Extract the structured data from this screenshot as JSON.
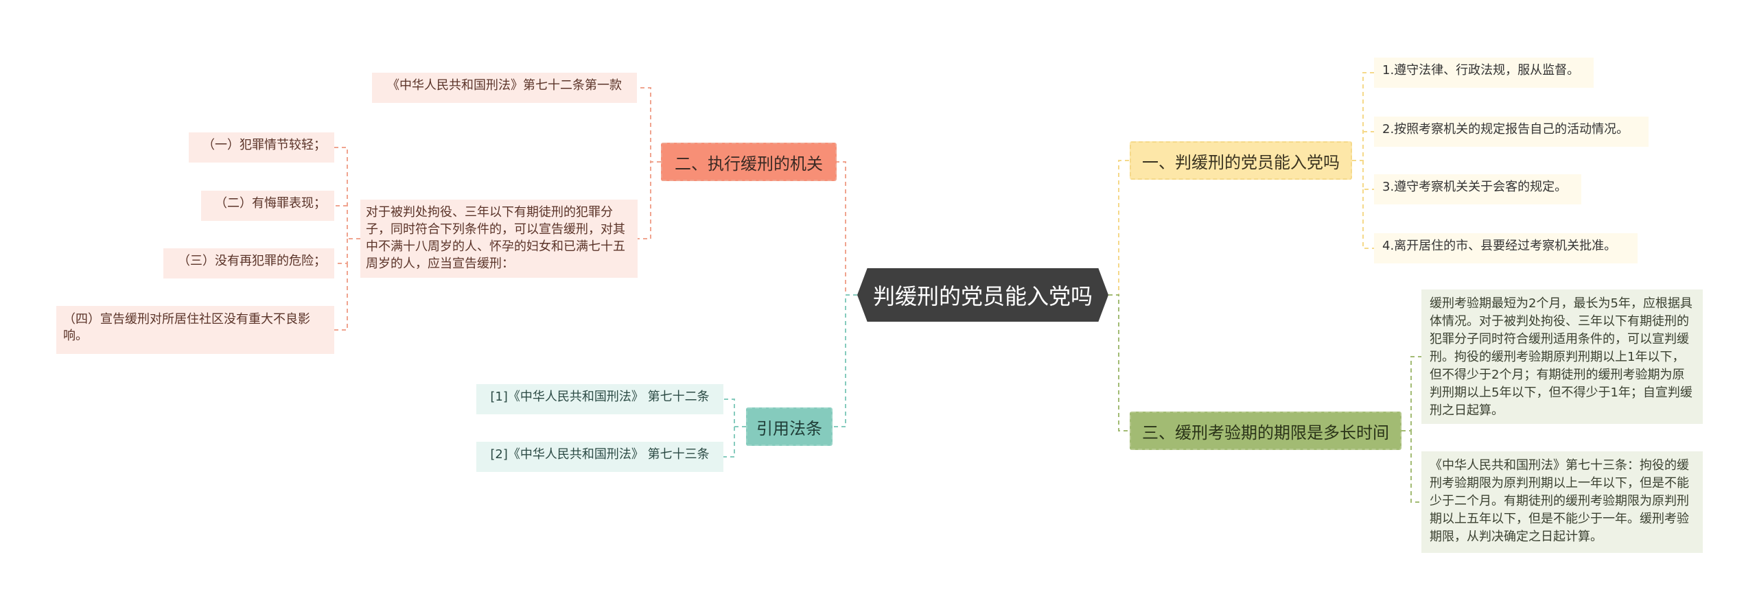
{
  "root": {
    "label": "判缓刑的党员能入党吗"
  },
  "branches": {
    "executing_agency": {
      "label": "二、执行缓刑的机关",
      "law_ref": "《中华人民共和国刑法》第七十二条第一款",
      "condition_text": "对于被判处拘役、三年以下有期徒刑的犯罪分子，同时符合下列条件的，可以宣告缓刑，对其中不满十八周岁的人、怀孕的妇女和已满七十五周岁的人，应当宣告缓刑：",
      "conditions": [
        "（一）犯罪情节较轻；",
        "（二）有悔罪表现；",
        "（三）没有再犯罪的危险；",
        "（四）宣告缓刑对所居住社区没有重大不良影响。"
      ]
    },
    "citations": {
      "label": "引用法条",
      "items": [
        "[1]《中华人民共和国刑法》 第七十二条",
        "[2]《中华人民共和国刑法》 第七十三条"
      ]
    },
    "can_join": {
      "label": "一、判缓刑的党员能入党吗",
      "items": [
        "1.遵守法律、行政法规，服从监督。",
        "2.按照考察机关的规定报告自己的活动情况。",
        "3.遵守考察机关关于会客的规定。",
        "4.离开居住的市、县要经过考察机关批准。"
      ]
    },
    "probation_period": {
      "label": "三、缓刑考验期的期限是多长时间",
      "items": [
        "缓刑考验期最短为2个月，最长为5年，应根据具体情况。对于被判处拘役、三年以下有期徒刑的犯罪分子同时符合缓刑适用条件的，可以宣判缓刑。拘役的缓刑考验期原判刑期以上1年以下，但不得少于2个月；有期徒刑的缓刑考验期为原判刑期以上5年以下，但不得少于1年；自宣判缓刑之日起算。",
        "《中华人民共和国刑法》第七十三条：拘役的缓刑考验期限为原判刑期以上一年以下，但是不能少于二个月。有期徒刑的缓刑考验期限为原判刑期以上五年以下，但是不能少于一年。缓刑考验期限，从判决确定之日起计算。"
      ]
    }
  },
  "colors": {
    "root": "#3f3f3f",
    "executing_agency": "#f78f76",
    "citations": "#85cbbd",
    "can_join": "#fde7a8",
    "probation_period": "#a2bb73"
  }
}
